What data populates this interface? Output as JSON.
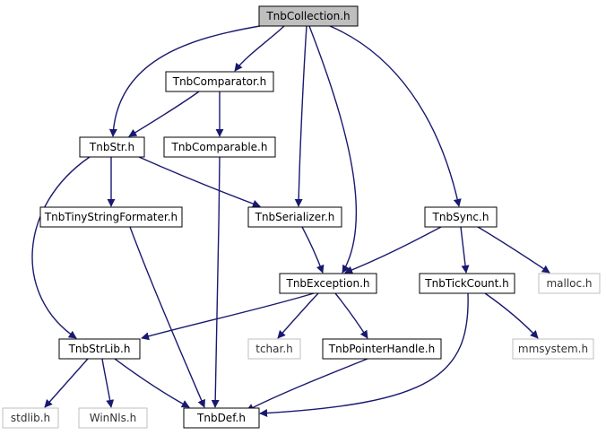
{
  "diagram": {
    "edge_color": "#191970",
    "nodes": [
      {
        "id": "collection",
        "label": "TnbCollection.h",
        "style": "current"
      },
      {
        "id": "comparator",
        "label": "TnbComparator.h",
        "style": "normal"
      },
      {
        "id": "str",
        "label": "TnbStr.h",
        "style": "normal"
      },
      {
        "id": "comparable",
        "label": "TnbComparable.h",
        "style": "normal"
      },
      {
        "id": "tinyfmt",
        "label": "TnbTinyStringFormater.h",
        "style": "normal"
      },
      {
        "id": "serializer",
        "label": "TnbSerializer.h",
        "style": "normal"
      },
      {
        "id": "sync",
        "label": "TnbSync.h",
        "style": "normal"
      },
      {
        "id": "exception",
        "label": "TnbException.h",
        "style": "normal"
      },
      {
        "id": "tickcount",
        "label": "TnbTickCount.h",
        "style": "normal"
      },
      {
        "id": "malloc",
        "label": "malloc.h",
        "style": "external"
      },
      {
        "id": "strlib",
        "label": "TnbStrLib.h",
        "style": "normal"
      },
      {
        "id": "tchar",
        "label": "tchar.h",
        "style": "external"
      },
      {
        "id": "ptrhandle",
        "label": "TnbPointerHandle.h",
        "style": "normal"
      },
      {
        "id": "mmsystem",
        "label": "mmsystem.h",
        "style": "external"
      },
      {
        "id": "stdlib",
        "label": "stdlib.h",
        "style": "external"
      },
      {
        "id": "winnls",
        "label": "WinNls.h",
        "style": "external"
      },
      {
        "id": "def",
        "label": "TnbDef.h",
        "style": "normal"
      }
    ],
    "edges": [
      {
        "from": "collection",
        "to": "comparator"
      },
      {
        "from": "collection",
        "to": "str"
      },
      {
        "from": "collection",
        "to": "serializer"
      },
      {
        "from": "collection",
        "to": "exception"
      },
      {
        "from": "collection",
        "to": "sync"
      },
      {
        "from": "comparator",
        "to": "str"
      },
      {
        "from": "comparator",
        "to": "comparable"
      },
      {
        "from": "str",
        "to": "tinyfmt"
      },
      {
        "from": "str",
        "to": "serializer"
      },
      {
        "from": "str",
        "to": "strlib"
      },
      {
        "from": "comparable",
        "to": "def"
      },
      {
        "from": "tinyfmt",
        "to": "def"
      },
      {
        "from": "serializer",
        "to": "exception"
      },
      {
        "from": "sync",
        "to": "exception"
      },
      {
        "from": "sync",
        "to": "tickcount"
      },
      {
        "from": "sync",
        "to": "malloc"
      },
      {
        "from": "exception",
        "to": "strlib"
      },
      {
        "from": "exception",
        "to": "tchar"
      },
      {
        "from": "exception",
        "to": "ptrhandle"
      },
      {
        "from": "tickcount",
        "to": "mmsystem"
      },
      {
        "from": "tickcount",
        "to": "def"
      },
      {
        "from": "strlib",
        "to": "stdlib"
      },
      {
        "from": "strlib",
        "to": "winnls"
      },
      {
        "from": "strlib",
        "to": "def"
      },
      {
        "from": "ptrhandle",
        "to": "def"
      }
    ]
  }
}
